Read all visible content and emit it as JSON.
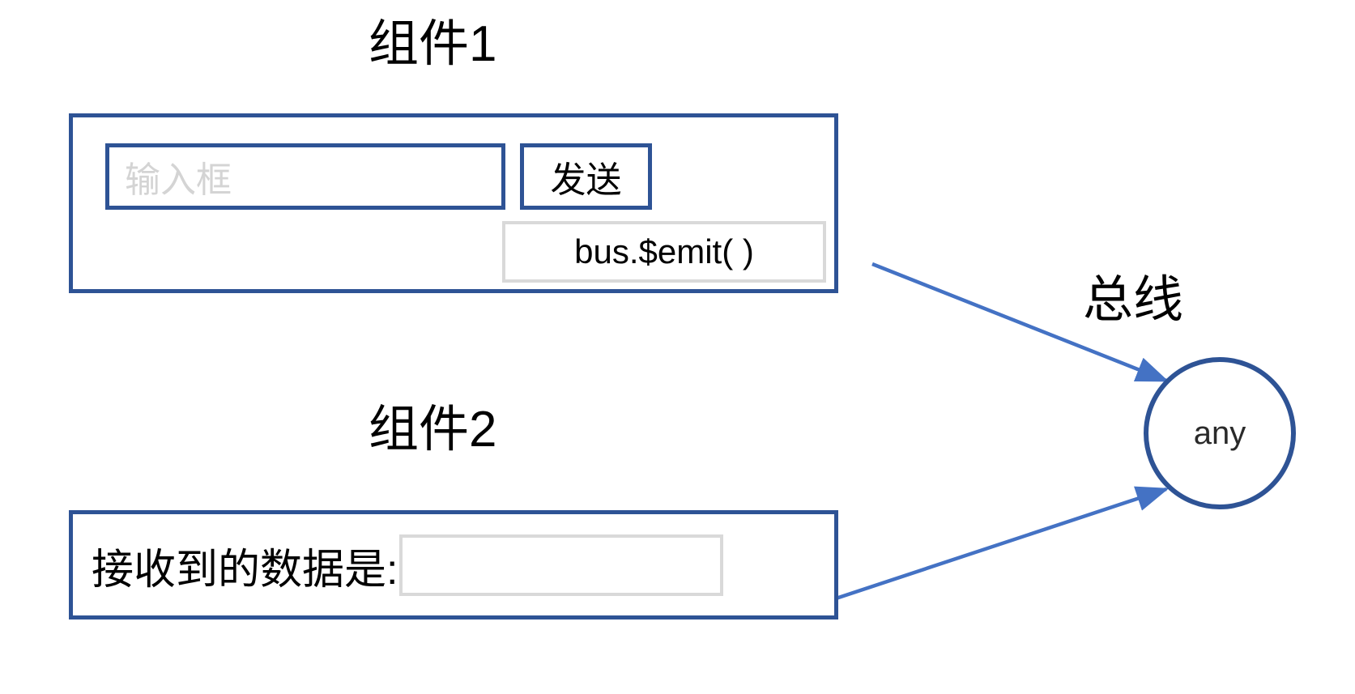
{
  "diagram": {
    "accent_blue": "#2E5395",
    "arrow_blue": "#4472C4",
    "light_gray_border": "#D9D9D9",
    "placeholder_gray": "#D4D4D4",
    "background": "#FFFFFF"
  },
  "component1": {
    "title": "组件1",
    "input": {
      "placeholder": "输入框",
      "value": ""
    },
    "send_button": {
      "label": "发送"
    },
    "emit_box": {
      "label": "bus.$emit( )"
    }
  },
  "component2": {
    "title": "组件2",
    "receive_label": "接收到的数据是:",
    "receive_value": ""
  },
  "bus": {
    "title": "总线",
    "circle_label": "any"
  },
  "arrows": [
    {
      "name": "emit-to-bus",
      "from": "bus.$emit( )",
      "to": "any",
      "direction": "right-down"
    },
    {
      "name": "bus-to-receive",
      "from": "any",
      "to": "接收到的数据是:",
      "direction": "right-up"
    }
  ]
}
